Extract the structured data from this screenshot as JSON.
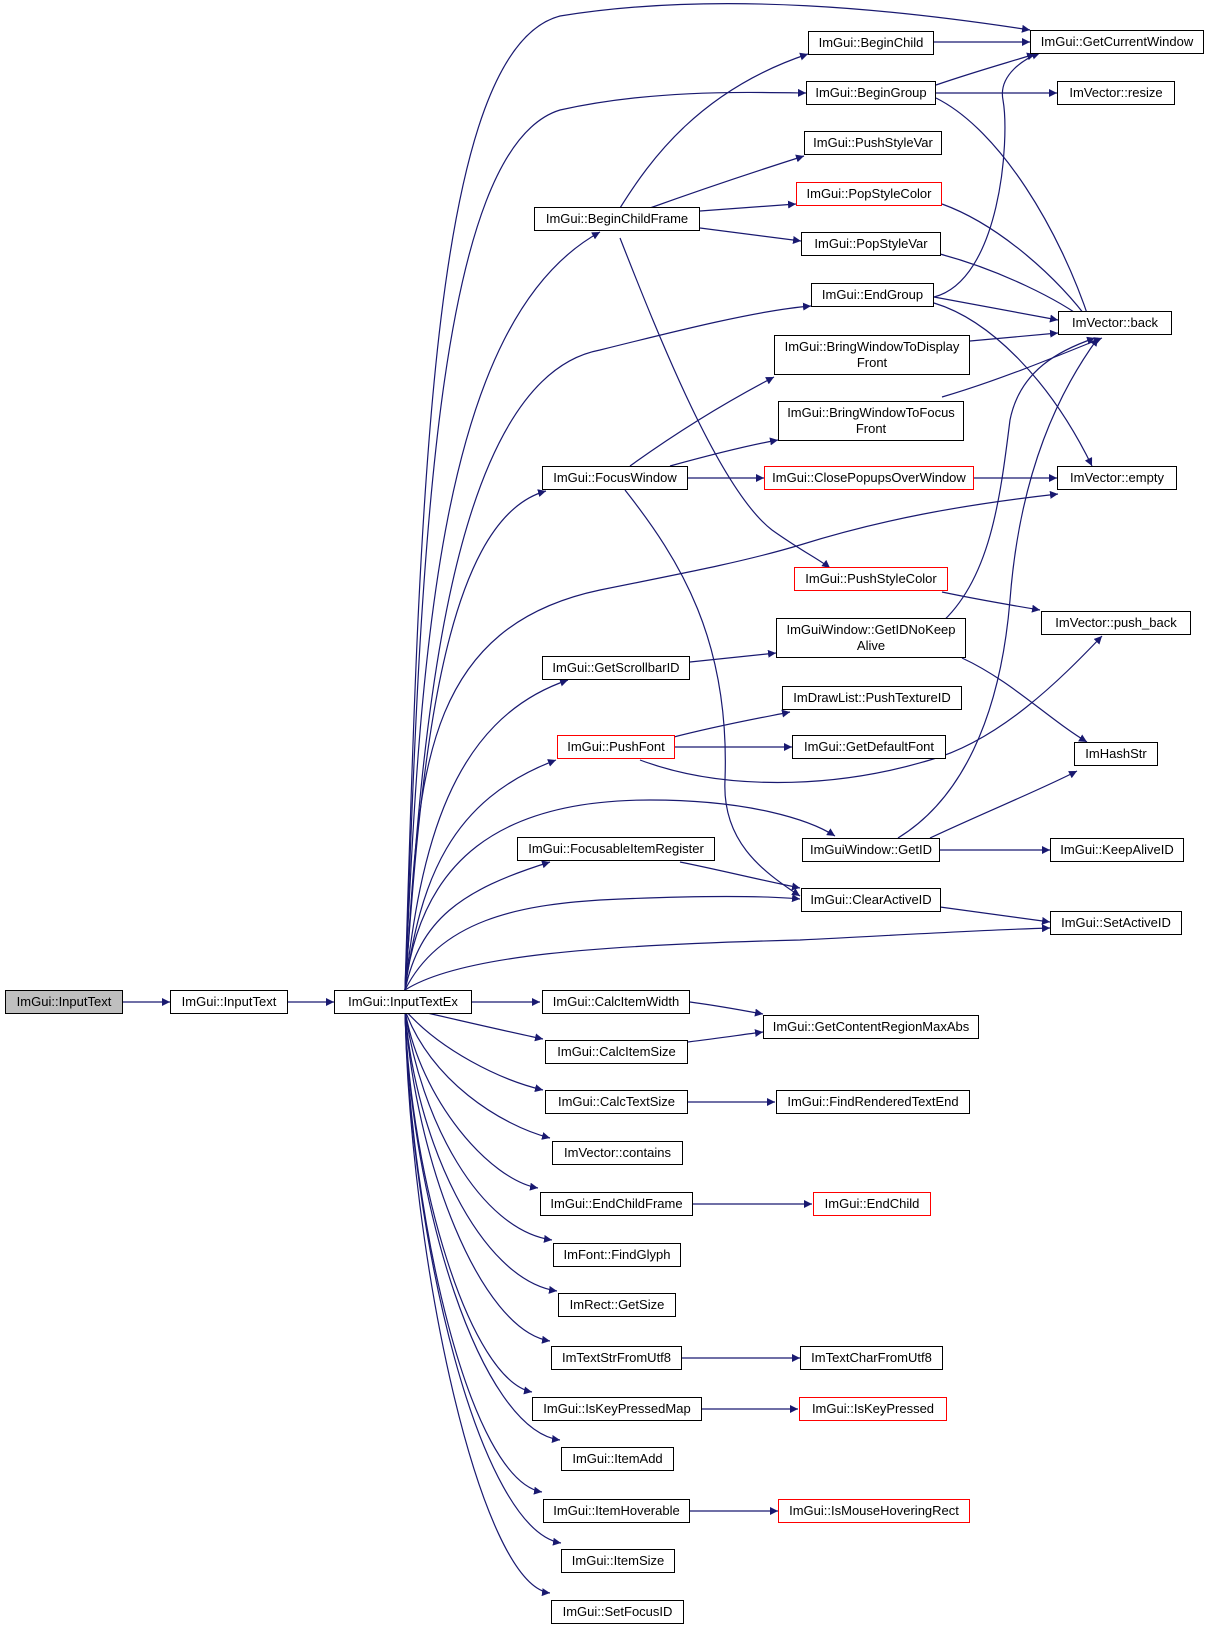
{
  "colors": {
    "edge": "#191970",
    "border": "#000000",
    "red_border": "#ff0000",
    "current_fill": "#bfbfbf"
  },
  "nodes": {
    "inputtext_root": "ImGui::InputText",
    "inputtext": "ImGui::InputText",
    "inputtextex": "ImGui::InputTextEx",
    "beginchild": "ImGui::BeginChild",
    "getcurrentwindow": "ImGui::GetCurrentWindow",
    "begingroup": "ImGui::BeginGroup",
    "resize": "ImVector::resize",
    "pushstylevar": "ImGui::PushStyleVar",
    "popstylecolor": "ImGui::PopStyleColor",
    "beginchildframe": "ImGui::BeginChildFrame",
    "popstylevar": "ImGui::PopStyleVar",
    "endgroup": "ImGui::EndGroup",
    "back": "ImVector::back",
    "bringdisplay_l1": "ImGui::BringWindowToDisplay",
    "bringdisplay_l2": "Front",
    "bringfocus_l1": "ImGui::BringWindowToFocus",
    "bringfocus_l2": "Front",
    "focuswindow": "ImGui::FocusWindow",
    "closepopups": "ImGui::ClosePopupsOverWindow",
    "empty": "ImVector::empty",
    "pushstylecolor": "ImGui::PushStyleColor",
    "push_back": "ImVector::push_back",
    "getidnokeep_l1": "ImGuiWindow::GetIDNoKeep",
    "getidnokeep_l2": "Alive",
    "getscrollbarid": "ImGui::GetScrollbarID",
    "pushtextureid": "ImDrawList::PushTextureID",
    "pushfont": "ImGui::PushFont",
    "getdefaultfont": "ImGui::GetDefaultFont",
    "imhashstr": "ImHashStr",
    "focusableitem": "ImGui::FocusableItemRegister",
    "getid": "ImGuiWindow::GetID",
    "keepaliveid": "ImGui::KeepAliveID",
    "clearactiveid": "ImGui::ClearActiveID",
    "setactiveid": "ImGui::SetActiveID",
    "calcitemwidth": "ImGui::CalcItemWidth",
    "getcontentregion": "ImGui::GetContentRegionMaxAbs",
    "calcitemsize": "ImGui::CalcItemSize",
    "calctextsize": "ImGui::CalcTextSize",
    "findrendered": "ImGui::FindRenderedTextEnd",
    "contains": "ImVector::contains",
    "endchildframe": "ImGui::EndChildFrame",
    "endchild": "ImGui::EndChild",
    "findglyph": "ImFont::FindGlyph",
    "getsize": "ImRect::GetSize",
    "textstrfromutf8": "ImTextStrFromUtf8",
    "textcharfromutf8": "ImTextCharFromUtf8",
    "iskeypressedmap": "ImGui::IsKeyPressedMap",
    "iskeypressed": "ImGui::IsKeyPressed",
    "itemadd": "ImGui::ItemAdd",
    "itemhoverable": "ImGui::ItemHoverable",
    "ismousehovering": "ImGui::IsMouseHoveringRect",
    "itemsize": "ImGui::ItemSize",
    "setfocusid": "ImGui::SetFocusID"
  }
}
